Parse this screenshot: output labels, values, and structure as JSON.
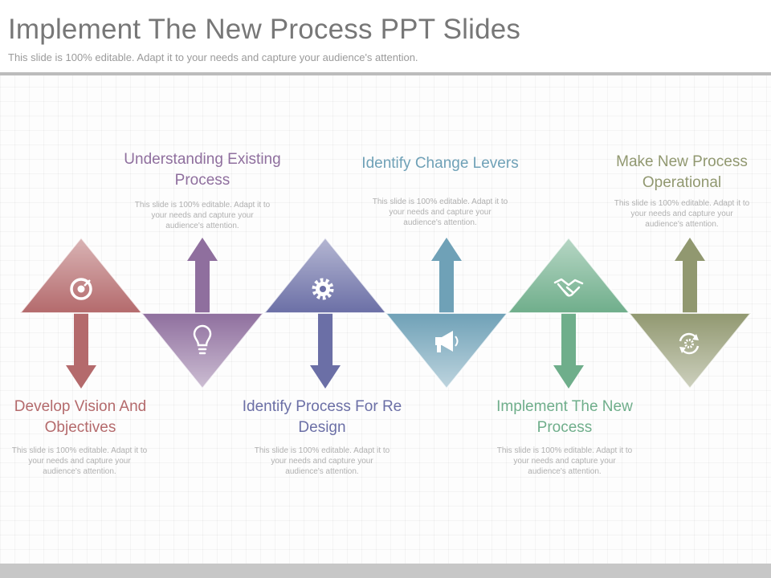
{
  "slide": {
    "title": "Implement The New Process PPT Slides",
    "subtitle": "This slide is 100% editable. Adapt it to your needs and capture your audience's attention."
  },
  "steps": [
    {
      "heading": "Develop Vision And Objectives",
      "description": "This slide is 100% editable. Adapt it to your needs and capture your audience's attention.",
      "color": "#b46a6c",
      "icon": "target-icon"
    },
    {
      "heading": "Understanding Existing Process",
      "description": "This slide is 100% editable. Adapt it to your needs and capture your audience's attention.",
      "color": "#8f6f9e",
      "icon": "lightbulb-icon"
    },
    {
      "heading": "Identify Process For Re Design",
      "description": "This slide is 100% editable. Adapt it to your needs and capture your audience's attention.",
      "color": "#6b6fa6",
      "icon": "gear-icon"
    },
    {
      "heading": "Identify Change Levers",
      "description": "This slide is 100% editable. Adapt it to your needs and capture your audience's attention.",
      "color": "#6fa1b7",
      "icon": "megaphone-icon"
    },
    {
      "heading": "Implement The New Process",
      "description": "This slide is 100% editable. Adapt it to your needs and capture your audience's attention.",
      "color": "#6fae8b",
      "icon": "handshake-icon"
    },
    {
      "heading": "Make New Process Operational",
      "description": "This slide is 100% editable. Adapt it to your needs and capture your audience's attention.",
      "color": "#919870",
      "icon": "refresh-gear-icon"
    }
  ]
}
